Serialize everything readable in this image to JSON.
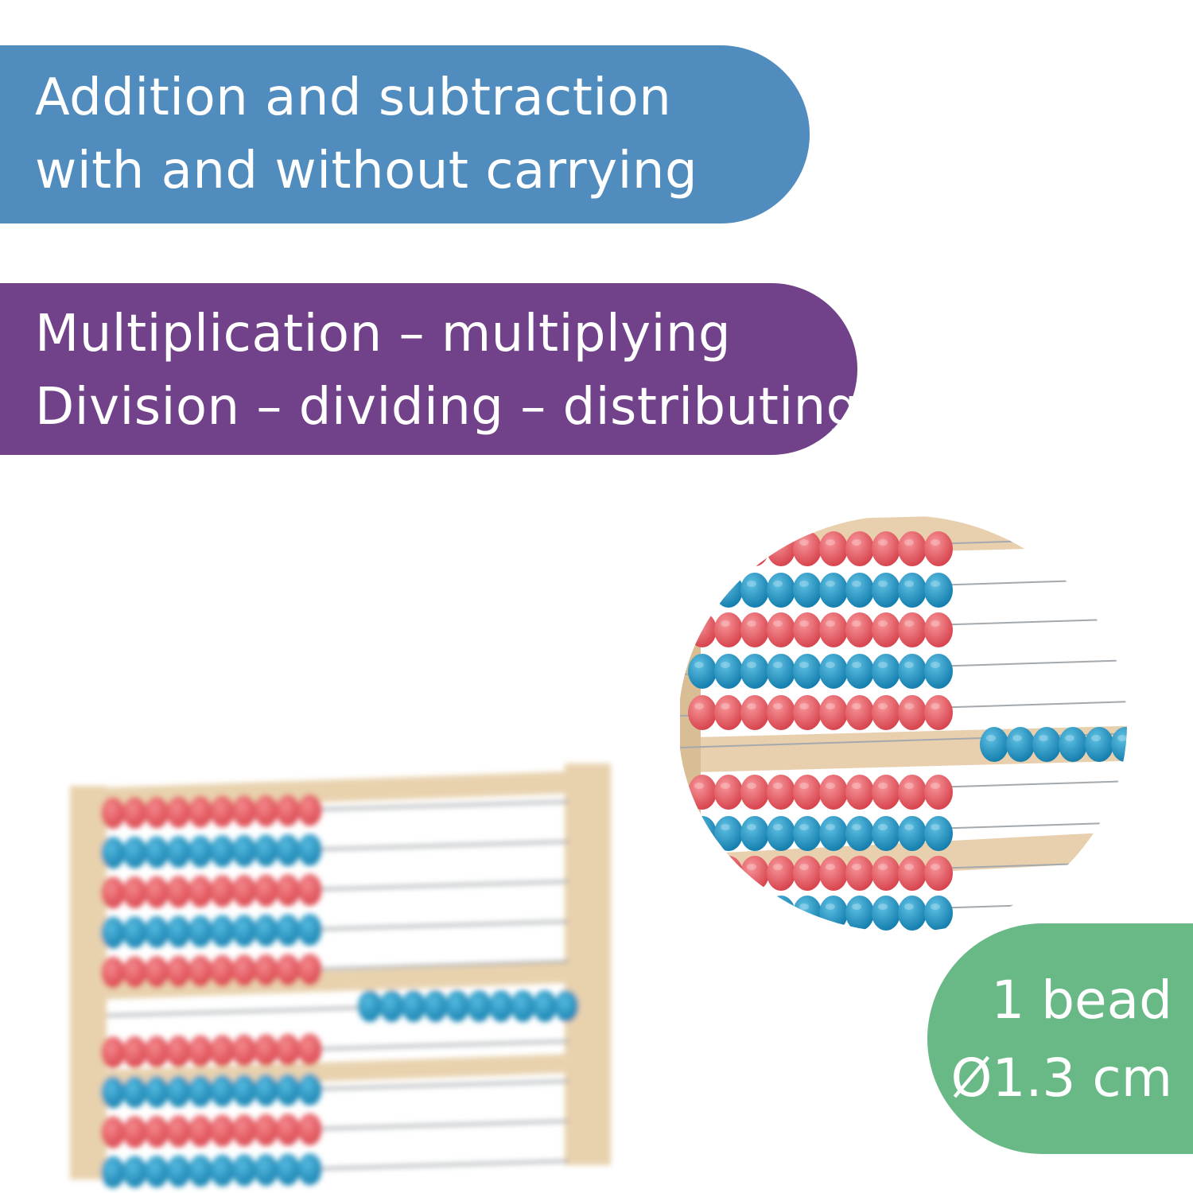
{
  "banners": {
    "arithmetic": {
      "line1": "Addition and subtraction",
      "line2": "with and without carrying"
    },
    "operations": {
      "line1": "Multiplication – multiplying",
      "line2": "Division – dividing – distributing"
    }
  },
  "badge": {
    "line1": "1 bead",
    "line2": "Ø1.3 cm"
  },
  "colors": {
    "banner_blue": "#508cbe",
    "banner_purple": "#714289",
    "badge_green": "#68b986",
    "bead_red": "#e5525a",
    "bead_blue": "#1c97c4",
    "frame_wood": "#e8d2ae"
  },
  "product": {
    "rows": 10,
    "beads_per_row": 10,
    "row_colors": [
      "red",
      "blue",
      "red",
      "blue",
      "red",
      "blue",
      "red",
      "blue",
      "red",
      "blue"
    ],
    "moved_row": 6
  }
}
